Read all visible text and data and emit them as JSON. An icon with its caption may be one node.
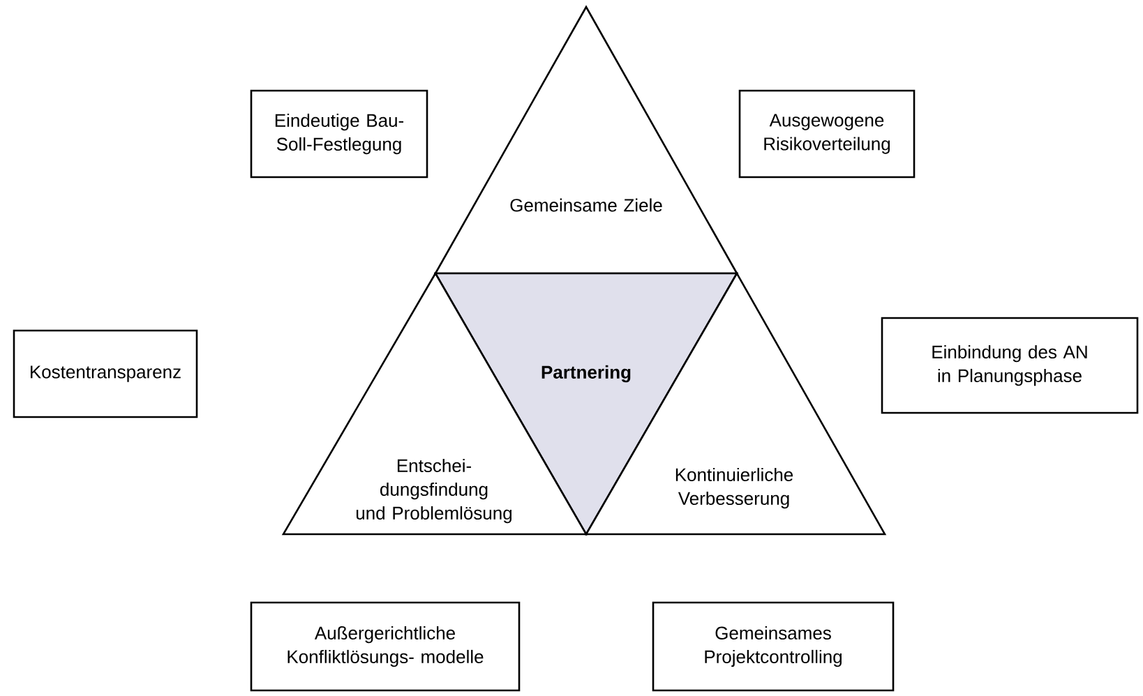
{
  "diagram": {
    "nodes": [
      {
        "text": [
          "Eindeutige Bau-Soll-Festlegung"
        ]
      },
      {
        "text": [
          "Gemeinsame Ziele"
        ]
      },
      {
        "text": [
          "Ausgewogene Risikoverteilung"
        ]
      },
      {
        "text": [
          "Kostentransparenz"
        ]
      },
      {
        "text": [
          "Partnering"
        ]
      },
      {
        "text": [
          "Einbindung des AN in Planungsphase"
        ]
      },
      {
        "text": [
          "Entschei- dungsfindung und Problemlösung"
        ]
      },
      {
        "text": [
          "Kontinuierliche Verbesserung"
        ]
      },
      {
        "text": [
          "Außergerichtliche Konfliktlösungs- modelle"
        ]
      },
      {
        "text": [
          "Gemeinsames Projektcontrolling"
        ]
      }
    ]
  }
}
